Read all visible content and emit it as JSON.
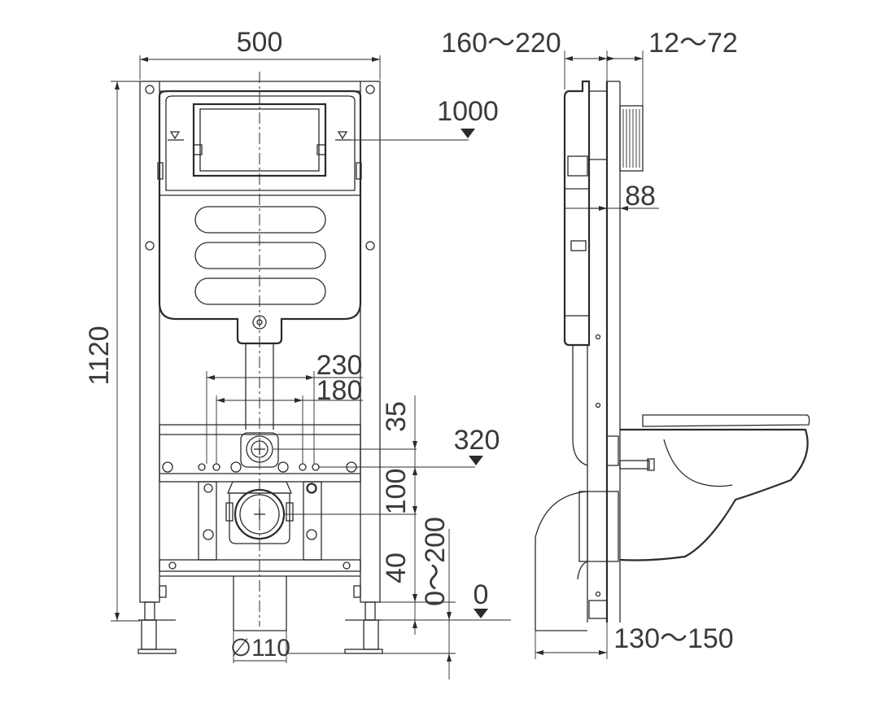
{
  "dimensions": {
    "frame_width": "500",
    "frame_height": "1120",
    "plate_height": "1000",
    "outlet_spacing_outer": "230",
    "outlet_spacing_inner": "180",
    "inlet_offset": "35",
    "inlet_height": "320",
    "drain_offset": "100",
    "foot_adjust": "40",
    "floor_adjust": "0～200",
    "floor_level": "0",
    "drain_diameter": "∅110",
    "depth_range": "160～220",
    "wall_range": "12～72",
    "plate_offset": "88",
    "bowl_projection": "130～150"
  }
}
